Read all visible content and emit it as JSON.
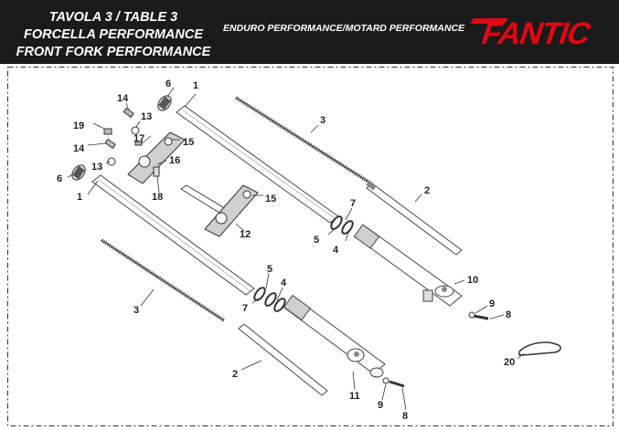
{
  "header": {
    "title_line1": "TAVOLA 3 / TABLE 3",
    "title_line2": "FORCELLA PERFORMANCE",
    "title_line3": "FRONT FORK PERFORMANCE",
    "subtitle": "ENDURO PERFORMANCE/MOTARD PERFORMANCE",
    "logo_text": "FANTIC",
    "brand_color": "#e30613"
  },
  "callouts": {
    "c1a": "1",
    "c1b": "1",
    "c2a": "2",
    "c2b": "2",
    "c3a": "3",
    "c3b": "3",
    "c4a": "4",
    "c4b": "4",
    "c5a": "5",
    "c5b": "5",
    "c6a": "6",
    "c6b": "6",
    "c7a": "7",
    "c7b": "7",
    "c8a": "8",
    "c8b": "8",
    "c9a": "9",
    "c9b": "9",
    "c10": "10",
    "c11": "11",
    "c12": "12",
    "c13a": "13",
    "c13b": "13",
    "c14a": "14",
    "c14b": "14",
    "c15a": "15",
    "c15b": "15",
    "c16": "16",
    "c17": "17",
    "c18": "18",
    "c19": "19",
    "c20": "20"
  }
}
